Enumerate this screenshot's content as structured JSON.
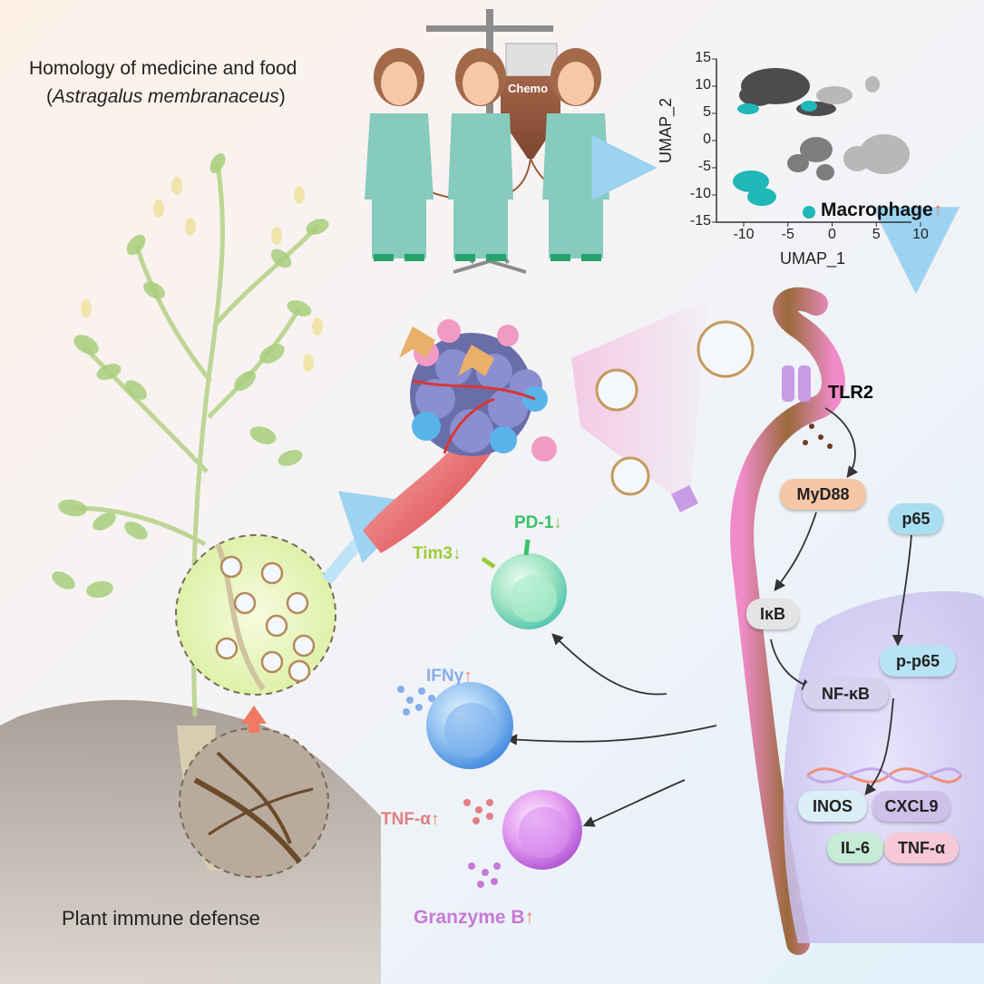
{
  "title": {
    "line1": "Homology of medicine and food",
    "line2_open": "(",
    "line2_species": "Astragalus membranaceus",
    "line2_close": ")"
  },
  "bottom_label": "Plant immune defense",
  "chemo_label": "Chemo",
  "umap": {
    "xlabel": "UMAP_1",
    "ylabel": "UMAP_2",
    "xticks": [
      "-10",
      "-5",
      "0",
      "5",
      "10"
    ],
    "yticks": [
      "15",
      "10",
      "5",
      "0",
      "-5",
      "-10",
      "-15"
    ],
    "legend": "Macrophage",
    "legend_trend": "↑",
    "highlight_color": "#1fb7b8"
  },
  "receptor": "TLR2",
  "pathway": {
    "myd88": "MyD88",
    "p65": "p65",
    "ikb": "IκB",
    "pp65": "p-p65",
    "nfkb": "NF-κB"
  },
  "cytokines": {
    "inos": "INOS",
    "cxcl9": "CXCL9",
    "il6": "IL-6",
    "tnfa": "TNF-α"
  },
  "tcell_markers": {
    "pd1": "PD-1",
    "pd1_trend": "↓",
    "tim3": "Tim3",
    "tim3_trend": "↓",
    "ifng": "IFNγ",
    "ifng_trend": "↑",
    "tnfa": "TNF-α",
    "tnfa_trend": "↑",
    "granzyme": "Granzyme B",
    "granzyme_trend": "↑"
  },
  "colors": {
    "myd88": "#f6c6a6",
    "p65": "#a9def2",
    "ikb": "#e4e4e4",
    "pp65": "#b7e3f5",
    "nfkb": "#d6d1ef",
    "inos": "#d9eef6",
    "cxcl9": "#cfc0ea",
    "il6": "#c7ecd6",
    "tnfa_box": "#f7c9d7",
    "tlr2": "#c79be6",
    "pd1": "#3cc26a",
    "tim3": "#9ccb3c",
    "ifng": "#86aee8",
    "tnfa_cell": "#e07f7f",
    "granzyme": "#c779d8"
  }
}
